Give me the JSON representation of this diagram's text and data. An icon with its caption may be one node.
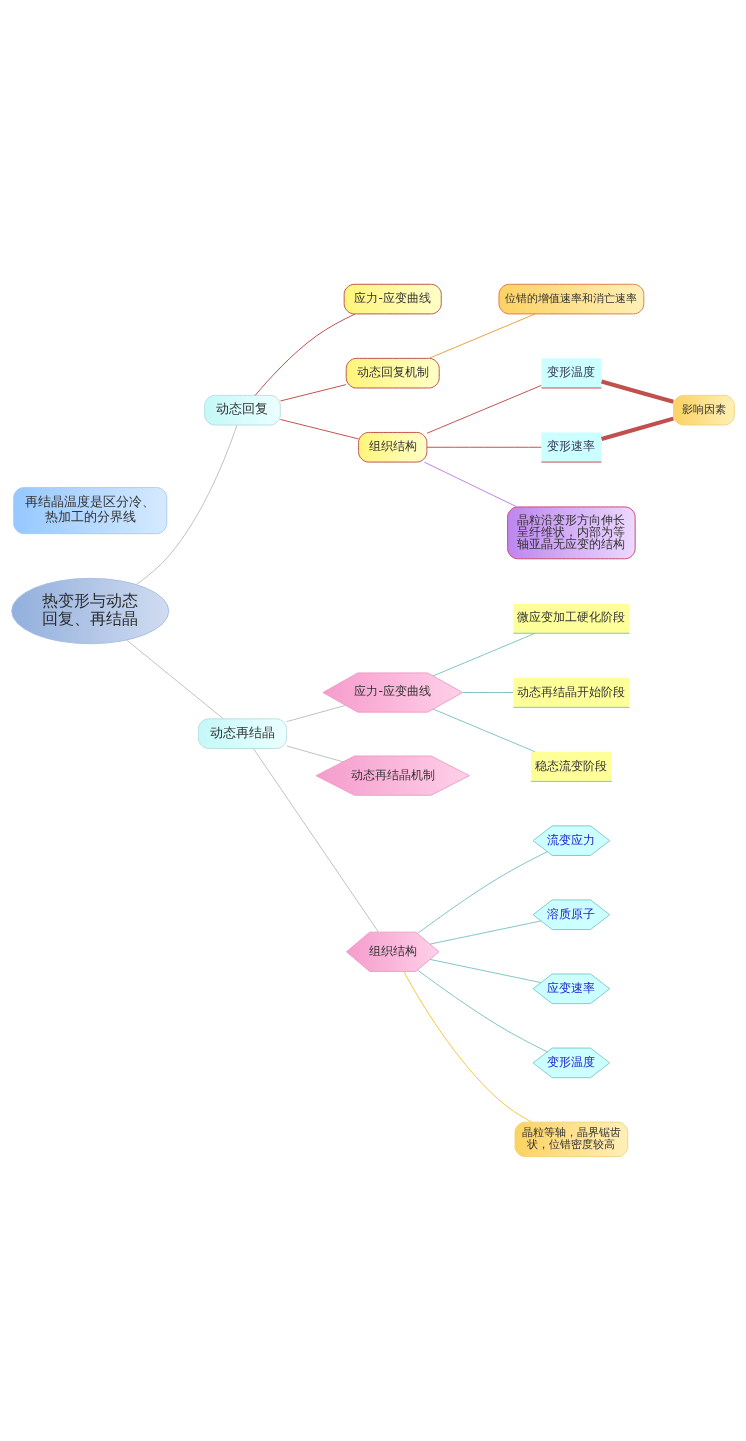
{
  "diagram": {
    "nodes": [
      {
        "text": [
          "热变形与动态回复、再结晶"
        ]
      },
      {
        "text": [
          "动态回复"
        ]
      },
      {
        "text": [
          "应力-应变曲线"
        ]
      },
      {
        "text": [
          "动态回复机制"
        ]
      },
      {
        "text": [
          "位错的增值速率和消亡速率"
        ]
      },
      {
        "text": [
          "组织结构"
        ]
      },
      {
        "text": [
          "变形温度"
        ]
      },
      {
        "text": [
          "变形速率"
        ]
      },
      {
        "text": [
          "影响因素"
        ]
      },
      {
        "text": [
          "晶粒沿变形方向伸长呈纤维状，内部为等轴亚晶无应变的结构"
        ]
      },
      {
        "text": [
          "动态再结晶"
        ]
      },
      {
        "text": [
          "应力-应变曲线"
        ]
      },
      {
        "text": [
          "微应变加工硬化阶段"
        ]
      },
      {
        "text": [
          "动态再结晶开始阶段"
        ]
      },
      {
        "text": [
          "稳态流变阶段"
        ]
      },
      {
        "text": [
          "动态再结晶机制"
        ]
      },
      {
        "text": [
          "组织结构"
        ]
      },
      {
        "text": [
          "流变应力"
        ]
      },
      {
        "text": [
          "溶质原子"
        ]
      },
      {
        "text": [
          "应变速率"
        ]
      },
      {
        "text": [
          "变形温度"
        ]
      },
      {
        "text": [
          "晶粒等轴，晶界锯齿状，位错密度较高"
        ]
      },
      {
        "text": [
          "再结晶温度是区分冷、热加工的分界线"
        ]
      }
    ],
    "edges": [
      {
        "from": 0,
        "to": 1,
        "arrow": "none",
        "color": "#c0c0c0"
      },
      {
        "from": 0,
        "to": 10,
        "arrow": "none",
        "color": "#c0c0c0"
      },
      {
        "from": 1,
        "to": 2,
        "arrow": "none"
      },
      {
        "from": 1,
        "to": 3,
        "arrow": "none"
      },
      {
        "from": 1,
        "to": 5,
        "arrow": "none"
      },
      {
        "from": 3,
        "to": 4,
        "arrow": "none",
        "color": "#e8a33d"
      },
      {
        "from": 5,
        "to": 6,
        "arrow": "none"
      },
      {
        "from": 5,
        "to": 7,
        "arrow": "none"
      },
      {
        "from": 6,
        "to": 8,
        "arrow": "none",
        "style": "thick"
      },
      {
        "from": 7,
        "to": 8,
        "arrow": "none",
        "style": "thick"
      },
      {
        "from": 5,
        "to": 9,
        "arrow": "none",
        "color": "#c080e8"
      },
      {
        "from": 10,
        "to": 11,
        "arrow": "none",
        "color": "#c0c0c0"
      },
      {
        "from": 10,
        "to": 15,
        "arrow": "none",
        "color": "#c0c0c0"
      },
      {
        "from": 10,
        "to": 16,
        "arrow": "none",
        "color": "#c0c0c0"
      },
      {
        "from": 11,
        "to": 12,
        "arrow": "none",
        "color": "#80c4c4"
      },
      {
        "from": 11,
        "to": 13,
        "arrow": "none",
        "color": "#80c4c4"
      },
      {
        "from": 11,
        "to": 14,
        "arrow": "none",
        "color": "#80c4c4"
      },
      {
        "from": 16,
        "to": 17,
        "arrow": "none",
        "color": "#80c4c4"
      },
      {
        "from": 16,
        "to": 18,
        "arrow": "none",
        "color": "#80c4c4"
      },
      {
        "from": 16,
        "to": 19,
        "arrow": "none",
        "color": "#80c4c4"
      },
      {
        "from": 16,
        "to": 20,
        "arrow": "none",
        "color": "#80c4c4"
      },
      {
        "from": 16,
        "to": 21,
        "arrow": "none",
        "color": "#f5c542"
      }
    ]
  }
}
